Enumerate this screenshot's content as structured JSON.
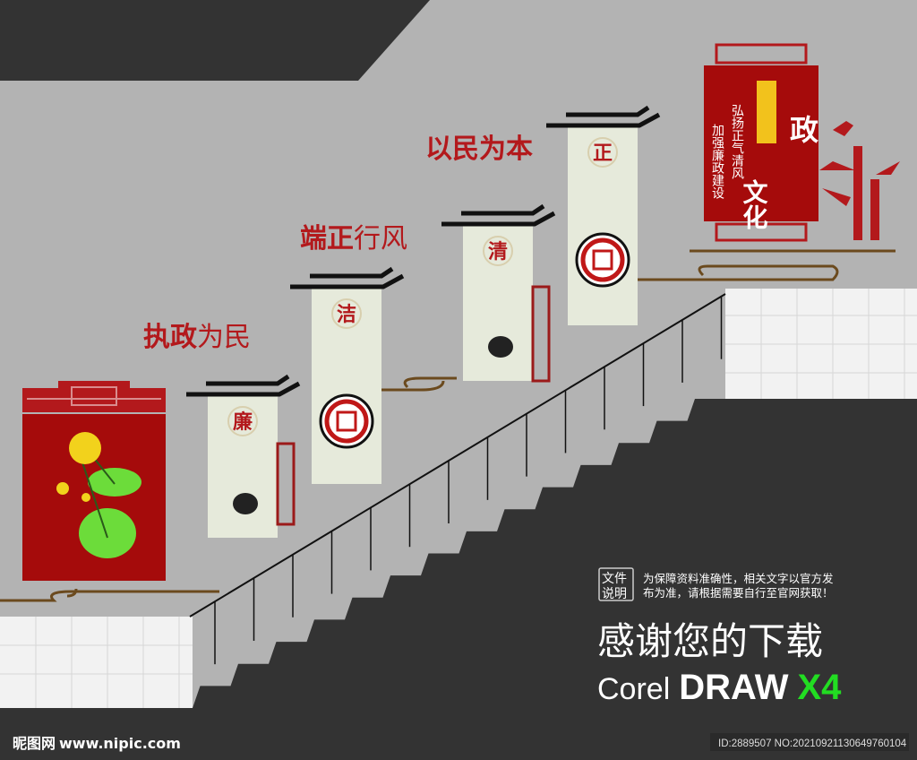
{
  "slogans": [
    {
      "bold": "执政",
      "rest": "为民"
    },
    {
      "bold": "端正",
      "rest": "行风"
    },
    {
      "bold": "以民为本",
      "rest": ""
    }
  ],
  "panels": [
    "廉",
    "洁",
    "清",
    "正"
  ],
  "banner": {
    "title_top": "政",
    "title_bottom": "文化",
    "line1": "弘扬正气清风",
    "line2": "加强廉政建设"
  },
  "notice": {
    "badge_line1": "文件",
    "badge_line2": "说明",
    "text_line1": "为保障资料准确性，相关文字以官方发",
    "text_line2": "布为准，请根据需要自行至官网获取！"
  },
  "thanks": "感谢您的下载",
  "software": {
    "corel": "Corel",
    "draw": "DRAW",
    "version": "X4",
    "version_color": "#22dd22"
  },
  "watermark": {
    "site_cn": "昵图网",
    "site_url": "www.nipic.com"
  },
  "id_line": "ID:2889507 NO:20210921130649760104",
  "colors": {
    "red": "#b3191c",
    "wall": "#b3b3b3",
    "dark": "#333333"
  }
}
